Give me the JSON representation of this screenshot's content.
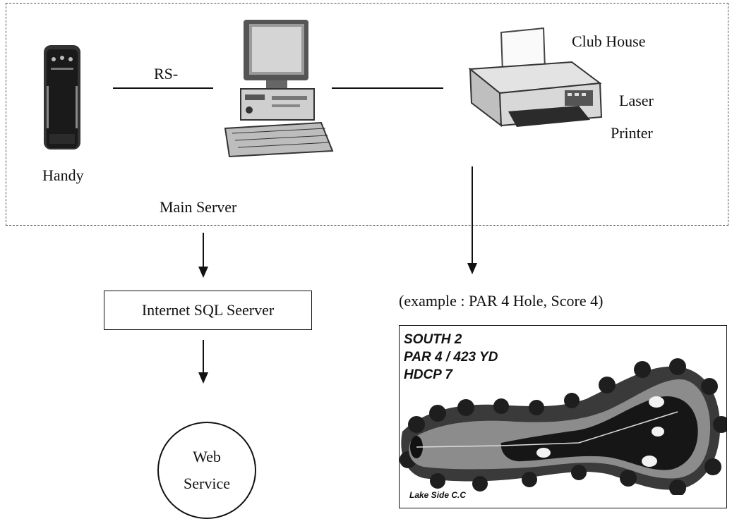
{
  "labels": {
    "rs_link": "RS-",
    "club_house": "Club House",
    "laser": "Laser",
    "printer": "Printer",
    "handy": "Handy",
    "main_server": "Main Server",
    "example_caption": "(example : PAR 4 Hole, Score 4)"
  },
  "sql_server": {
    "label": "Internet SQL Seerver"
  },
  "web_service": {
    "line1": "Web",
    "line2": "Service"
  },
  "scorecard": {
    "hole": "SOUTH  2",
    "par_yards": "PAR 4 / 423 YD",
    "handicap": "HDCP 7",
    "club": "Lake Side C.C"
  },
  "icons": {
    "handy": "handheld-device-icon",
    "server": "desktop-computer-icon",
    "printer": "laser-printer-icon",
    "course": "golf-hole-map-icon"
  }
}
